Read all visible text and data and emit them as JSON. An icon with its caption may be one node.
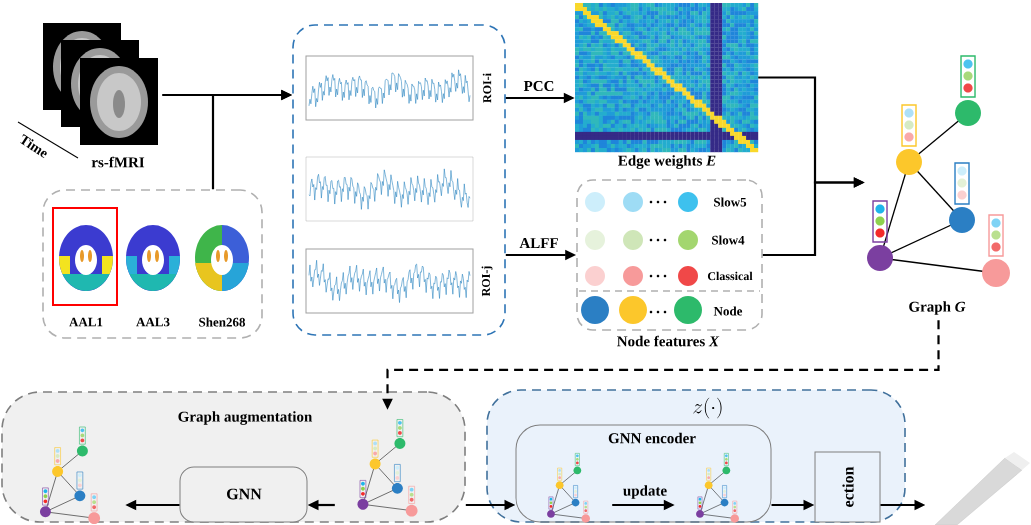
{
  "diagram": {
    "nodes": [
      {
        "text": [
          "rs-fMRI"
        ],
        "beside": [
          "Time"
        ]
      },
      {
        "text": [],
        "shape": "box"
      },
      {
        "text": [
          "AAL1"
        ],
        "in": 1
      },
      {
        "text": [
          "AAL3"
        ],
        "in": 1
      },
      {
        "text": [
          "Shen268"
        ],
        "in": 1
      },
      {
        "text": [],
        "shape": "box"
      },
      {
        "text": [
          "ROI-i"
        ],
        "in": 5
      },
      {
        "text": [],
        "shape": "picture",
        "in": 5
      },
      {
        "text": [
          "ROI-j"
        ],
        "in": 5
      },
      {
        "text": [
          "Edge weights *E*"
        ]
      },
      {
        "text": [
          "Slow5",
          "Slow4",
          "Classical",
          "Node",
          "Node features *X*"
        ]
      },
      {
        "text": [
          "Graph *G*"
        ]
      },
      {
        "text": [
          "Graph augmentation"
        ]
      },
      {
        "text": [],
        "shape": "picture",
        "in": 12
      },
      {
        "text": [
          "GNN"
        ],
        "in": 12
      },
      {
        "text": [],
        "shape": "picture",
        "in": 12
      },
      {
        "text": [
          "z(\\cdot)"
        ]
      },
      {
        "text": [
          "GNN encoder"
        ],
        "in": 16
      },
      {
        "text": [],
        "shape": "picture",
        "in": 17
      },
      {
        "text": [],
        "shape": "picture",
        "in": 17
      },
      {
        "text": [
          "ection"
        ],
        "in": 16
      }
    ],
    "edges": [
      {
        "from": 0,
        "to": 5,
        "arrow": "to"
      },
      {
        "from": 1,
        "to": 5,
        "arrow": "to"
      },
      {
        "from": 5,
        "to": 9,
        "arrow": "to",
        "label": "PCC"
      },
      {
        "from": 5,
        "to": 10,
        "arrow": "to",
        "label": "ALFF"
      },
      {
        "from": 9,
        "to": 11,
        "arrow": "to"
      },
      {
        "from": 10,
        "to": 11,
        "arrow": "to"
      },
      {
        "from": 11,
        "to": 15,
        "arrow": "to",
        "style": "dashed"
      },
      {
        "from": 15,
        "to": 14,
        "arrow": "to"
      },
      {
        "from": 14,
        "to": 13,
        "arrow": "to"
      },
      {
        "from": 12,
        "to": 17,
        "arrow": "to"
      },
      {
        "from": 18,
        "to": 19,
        "arrow": "to",
        "label": "update"
      },
      {
        "from": 17,
        "to": 20,
        "arrow": "to"
      },
      {
        "from": 20,
        "to": null,
        "arrow": "to"
      }
    ]
  }
}
